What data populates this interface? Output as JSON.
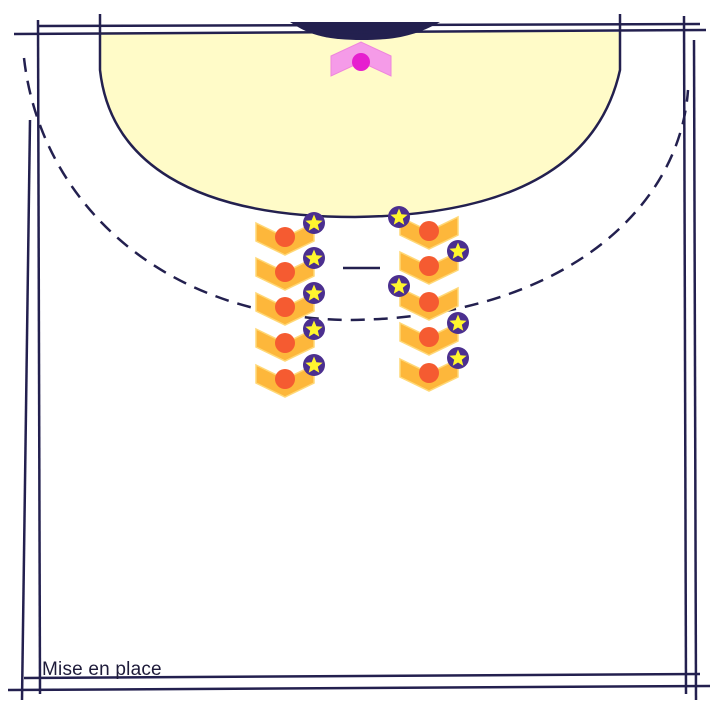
{
  "diagram": {
    "caption": "Mise en place",
    "colors": {
      "line": "#23204f",
      "goal_area": "#fffbc8",
      "goal": "#23204f",
      "goalkeeper_chevron": "#f59be8",
      "goalkeeper_dot": "#e61ecf",
      "player_chevron": "#fdb73b",
      "player_chevron_edge": "#ffd877",
      "player_dot": "#f55b31",
      "ball_disc": "#4b2f8f",
      "ball_star": "#fff62e"
    },
    "icons": [
      "goalkeeper-chevron-icon",
      "player-chevron-icon",
      "ball-star-icon"
    ],
    "left_column_count": 5,
    "right_column_count": 5
  }
}
